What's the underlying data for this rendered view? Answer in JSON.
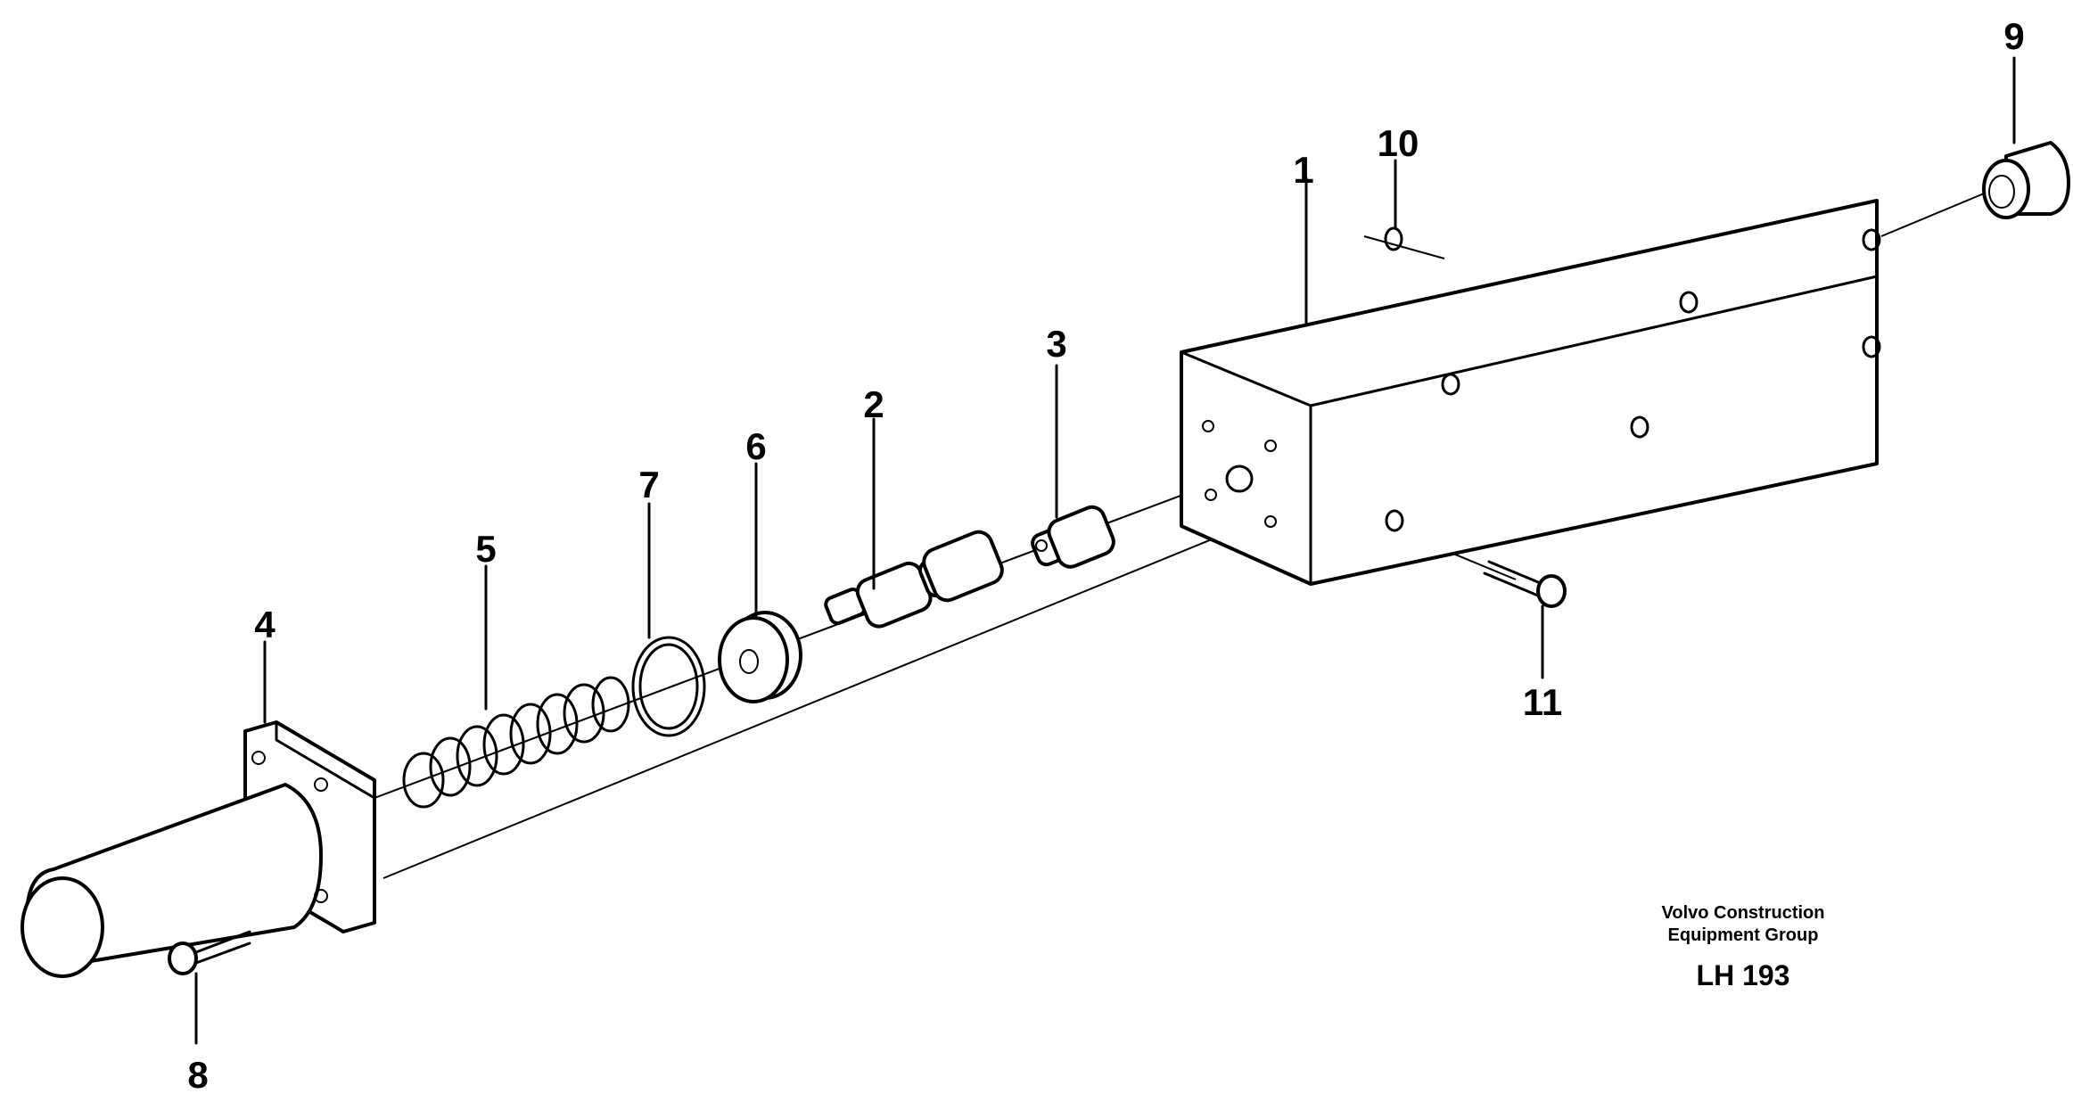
{
  "parts": [
    {
      "id": "p1",
      "label": "1"
    },
    {
      "id": "p2",
      "label": "2"
    },
    {
      "id": "p3",
      "label": "3"
    },
    {
      "id": "p4",
      "label": "4"
    },
    {
      "id": "p5",
      "label": "5"
    },
    {
      "id": "p6",
      "label": "6"
    },
    {
      "id": "p7",
      "label": "7"
    },
    {
      "id": "p8",
      "label": "8"
    },
    {
      "id": "p9",
      "label": "9"
    },
    {
      "id": "p10",
      "label": "10"
    },
    {
      "id": "p11",
      "label": "11"
    }
  ],
  "footer": {
    "company_line1": "Volvo Construction",
    "company_line2": "Equipment Group",
    "reference": "LH 193"
  }
}
